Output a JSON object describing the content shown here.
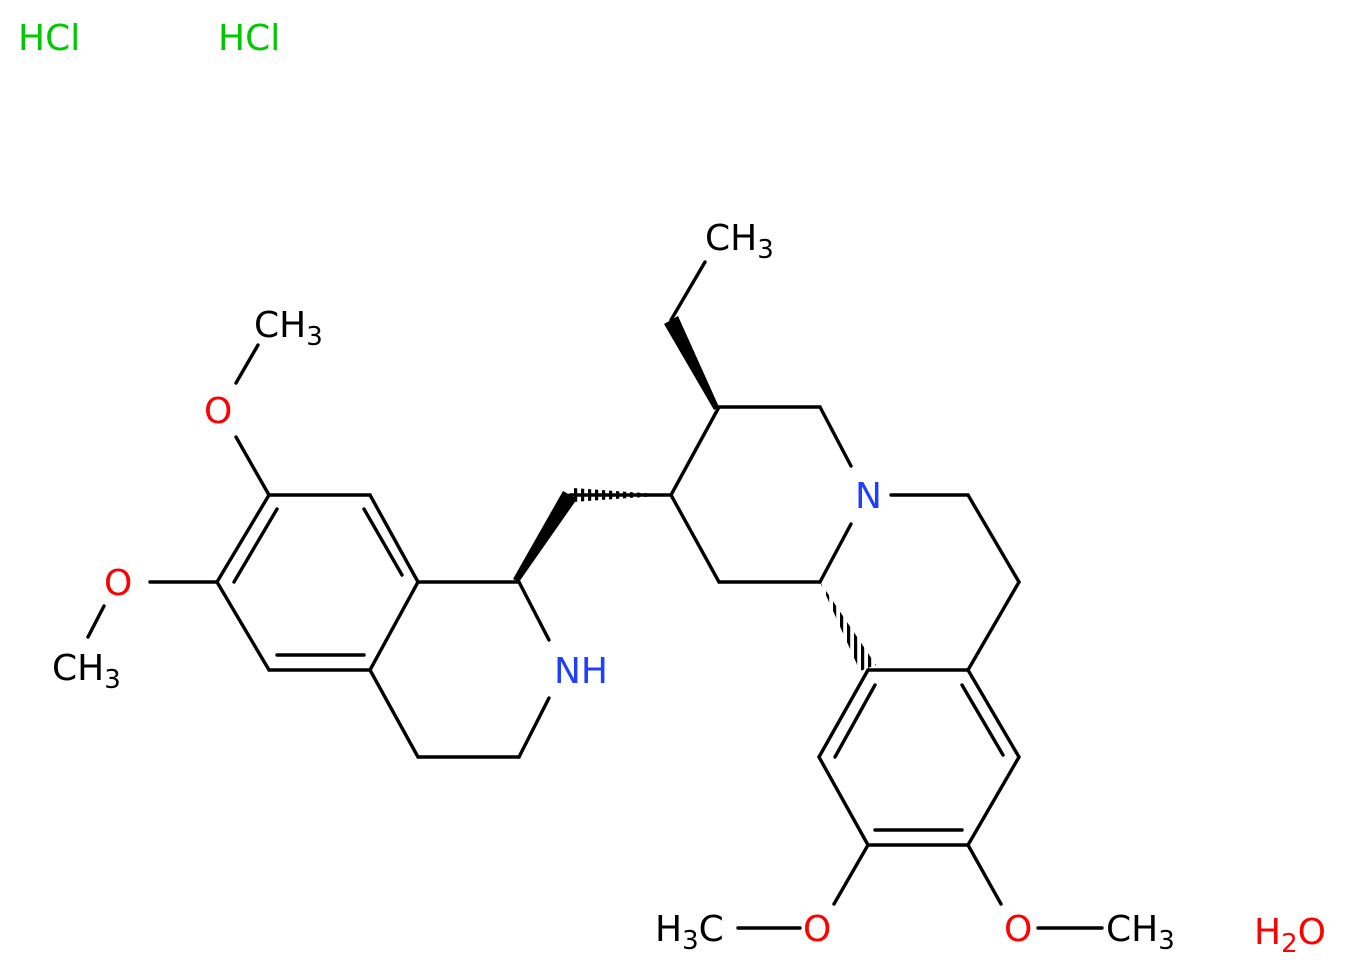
{
  "colors": {
    "bond": "#000000",
    "carbon": "#000000",
    "nitrogen": "#1f3fff",
    "oxygen": "#ff0000",
    "chlorine": "#00c800"
  },
  "salts": {
    "hcl_1": "HCl",
    "hcl_2": "HCl",
    "water_h": "H",
    "water_sub": "2",
    "water_o": "O"
  },
  "atoms": {
    "o_top": "O",
    "ch3_top_c": "CH",
    "ch3_top_sub": "3",
    "o_left": "O",
    "ch3_left_c": "CH",
    "ch3_left_sub": "3",
    "nh": "NH",
    "ch3_ethyl_c": "CH",
    "ch3_ethyl_sub": "3",
    "n_ring": "N",
    "h3c_h": "H",
    "h3c_sub": "3",
    "h3c_c": "C",
    "o_bottom_left": "O",
    "o_bottom_right": "O",
    "ch3_br_c": "CH",
    "ch3_br_sub": "3"
  }
}
